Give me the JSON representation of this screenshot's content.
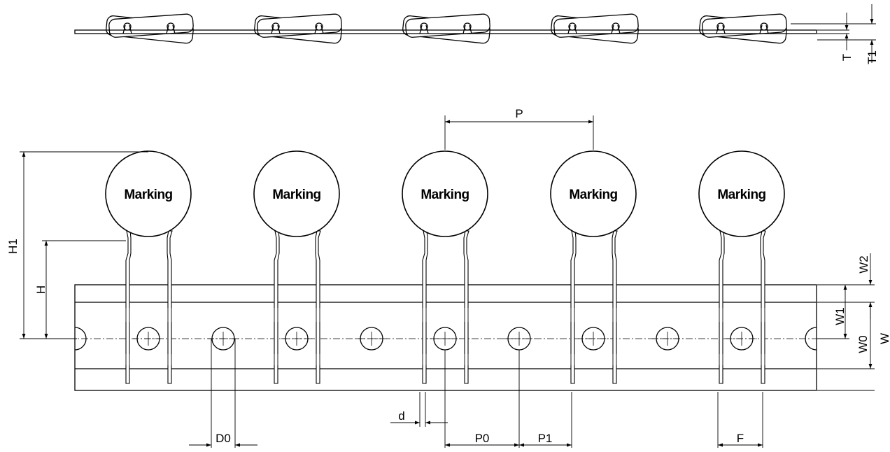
{
  "marking_text": "Marking",
  "component_count": 5,
  "dimensions": {
    "T": "T",
    "T1": "T1",
    "P": "P",
    "H1": "H1",
    "H": "H",
    "W2": "W2",
    "W1": "W1",
    "W0": "W0",
    "W": "W",
    "d": "d",
    "D0": "D0",
    "P0": "P0",
    "P1": "P1",
    "F": "F"
  },
  "colors": {
    "line": "#000000",
    "background": "#ffffff"
  }
}
